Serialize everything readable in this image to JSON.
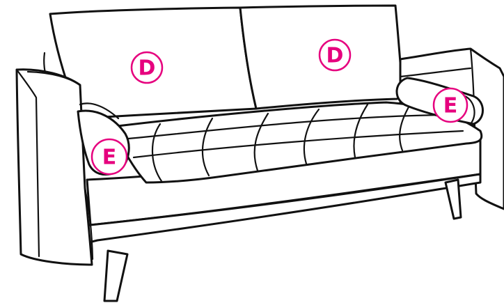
{
  "colors": {
    "accent": "#e6007e",
    "line": "#111111",
    "background": "#ffffff"
  },
  "labels": {
    "back_cushion_left": "D",
    "back_cushion_right": "D",
    "bolster_left": "E",
    "bolster_right": "E"
  }
}
